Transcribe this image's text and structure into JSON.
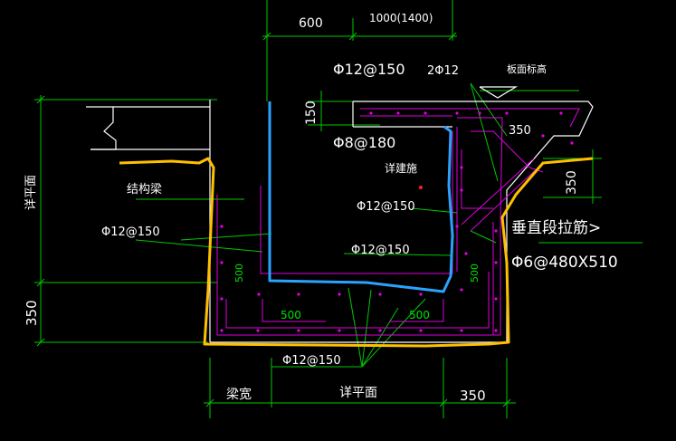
{
  "colors": {
    "background": "#000000",
    "dimension": "#00ff00",
    "concrete_outline": "#ffffff",
    "rebar": "#ff00ff",
    "highlight_blue": "#2aa3ff",
    "highlight_yellow": "#ffc000",
    "text": "#ffffff",
    "dim_text": "#00ff00",
    "magenta_text": "#ff00ff"
  },
  "dimensions": {
    "top_left": "600",
    "top_right": "1000(1400)",
    "slab_thickness": "150",
    "bottom_right": "350",
    "left_vertical_label": "详平面",
    "left_vertical_value": "350",
    "right_step": "350",
    "right_step_vertical": "350",
    "bottom_beam_width": "梁宽",
    "bottom_detail": "详平面"
  },
  "rebar_labels": {
    "top_bars": "Φ12@150",
    "top_pair": "2Φ12",
    "floor_elevation": "板面标高",
    "mid_bars": "Φ8@180",
    "architectural": "详建施",
    "inner_bars": "Φ12@150",
    "wall_bars": "Φ12@150",
    "left_bars": "Φ12@150",
    "bottom_bars": "Φ12@150",
    "structural_beam": "结构梁",
    "tie_bar_title": "垂直段拉筋>",
    "tie_bar_spec": "Φ6@480X510",
    "lap_500_left_wall": "500",
    "lap_500_right_wall": "500",
    "lap_500_bottom_left": "500",
    "lap_500_bottom_right": "500"
  }
}
